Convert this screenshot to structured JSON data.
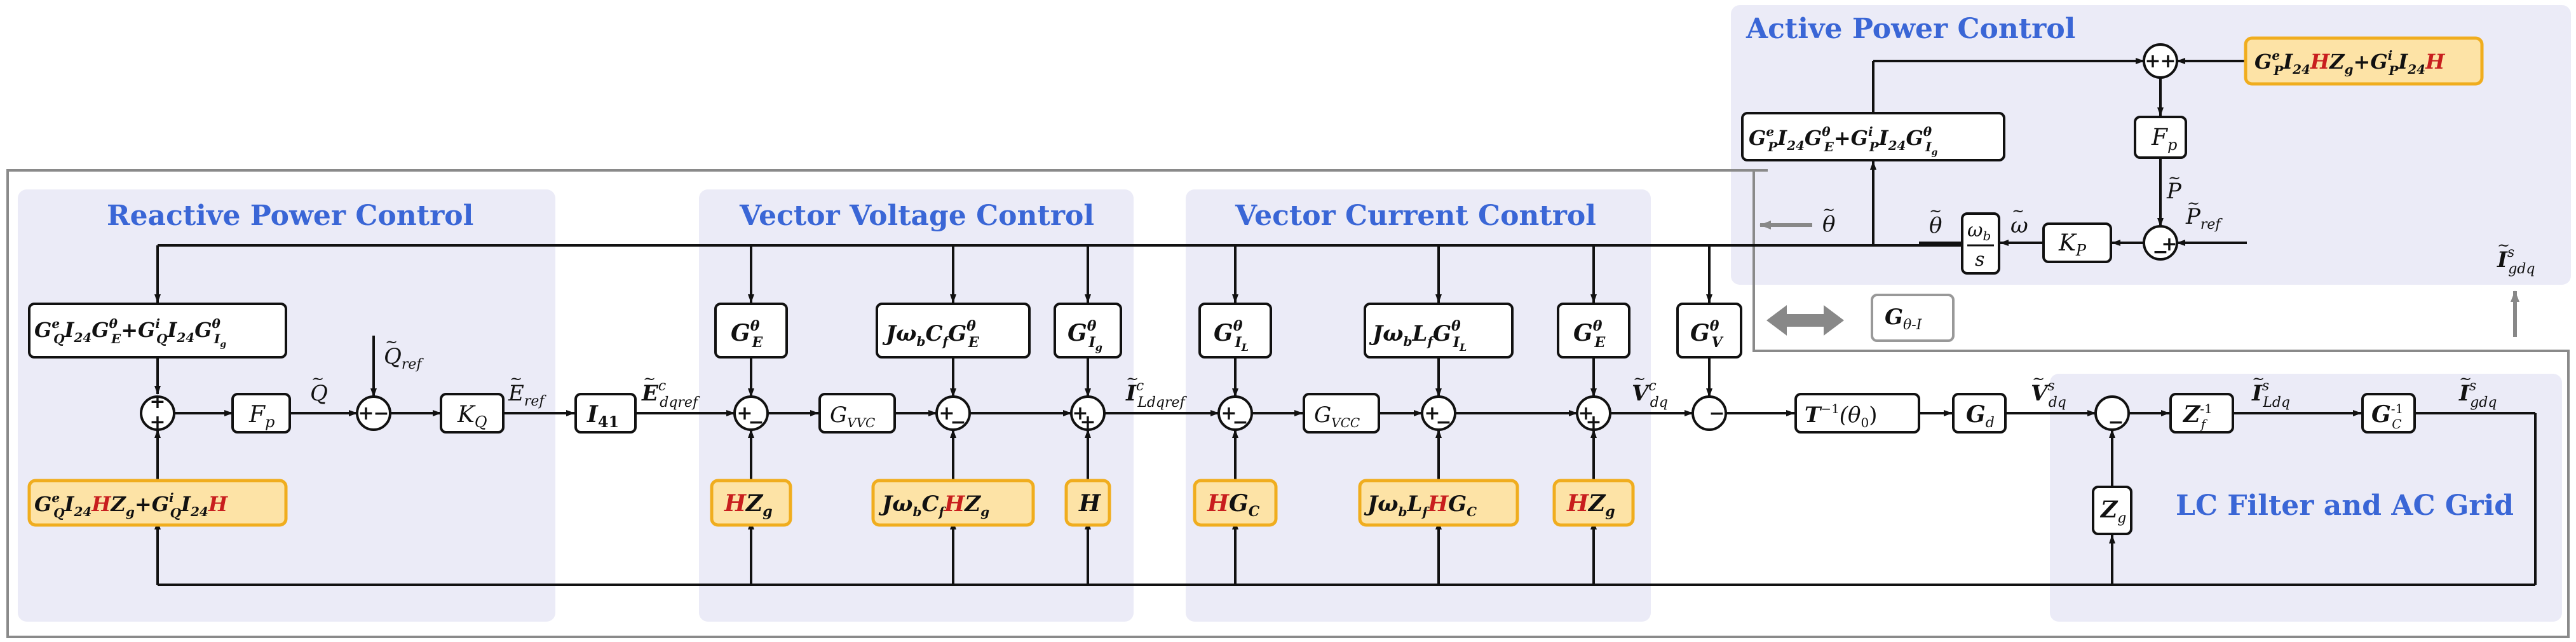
{
  "colors": {
    "panel": "#ebebf7",
    "highlight_fill": "#fde3a6",
    "highlight_stroke": "#f0ad1e",
    "heading": "#3a66d6",
    "line": "#111111",
    "red": "#c81e1e",
    "grey": "#888888"
  },
  "sections": {
    "active_power": "Active Power Control",
    "reactive_power": "Reactive Power Control",
    "vector_voltage": "Vector Voltage Control",
    "vector_current": "Vector Current Control",
    "lc_filter": "LC Filter and AC Grid"
  },
  "blocks": {
    "fp": "F",
    "fp_sub": "p",
    "kp": "K",
    "kp_sub": "P",
    "kq": "K",
    "kq_sub": "Q",
    "i41": "I",
    "i41_sub": "41",
    "gvvc": "G",
    "gvvc_sub": "VVC",
    "gvcc": "G",
    "gvcc_sub": "VCC",
    "gd": "G",
    "gd_sub": "d",
    "zg": "Z",
    "zg_sub": "g",
    "gtheta_i": "G",
    "gtheta_i_sub": "θ-I",
    "omega_num": "ω",
    "omega_num_sub": "b",
    "omega_den": "s"
  },
  "signals": {
    "p_tilde": "P",
    "p_ref": "P",
    "p_ref_sub": "ref",
    "omega": "ω",
    "theta": "θ",
    "theta_out": "θ",
    "q_tilde": "Q",
    "q_ref": "Q",
    "q_ref_sub": "ref",
    "e_ref": "E",
    "e_ref_sub": "ref",
    "e_dqref": "E",
    "e_dqref_sup": "c",
    "e_dqref_sub": "dqref",
    "i_ldqref": "I",
    "i_ldqref_sup": "c",
    "i_ldqref_sub": "Ldqref",
    "v_dq_c": "V",
    "v_dq_c_sup": "c",
    "v_dq_c_sub": "dq",
    "v_dq_s": "V",
    "v_dq_s_sup": "s",
    "v_dq_s_sub": "dq",
    "i_ldq_s": "I",
    "i_ldq_s_sup": "s",
    "i_ldq_s_sub": "Ldq",
    "i_gdq_s": "I",
    "i_gdq_s_sup": "s",
    "i_gdq_s_sub": "gdq",
    "i_gdq_side": "I",
    "i_gdq_side_sup": "s",
    "i_gdq_side_sub": "gdq"
  },
  "matrix_blocks": {
    "ge": "G",
    "ge_sup": "θ",
    "ge_sub": "E",
    "gig": "G",
    "gig_sup": "θ",
    "gig_sub": "I",
    "gig_sub2": "g",
    "gil": "G",
    "gil_sup": "θ",
    "gil_sub": "I",
    "gil_sub2": "L",
    "gv": "G",
    "gv_sup": "θ",
    "gv_sub": "V",
    "jwcfge": "Jω",
    "jwcfge_b": "b",
    "jwcfge_c": "C",
    "jwcfge_f": "f",
    "jwcfge_g": "G",
    "jwcfge_gsup": "θ",
    "jwcfge_gsub": "E",
    "jwlfgil": "Jω",
    "jwlfgil_b": "b",
    "jwlfgil_l": "L",
    "jwlfgil_f": "f",
    "jwlfgil_g": "G",
    "jwlfgil_gsup": "θ",
    "jwlfgil_gsub": "I",
    "jwlfgil_gsub2": "L",
    "tinv": "T",
    "tinv_sup": "−1",
    "tinv_arg": "(θ",
    "tinv_arg_sub": "0",
    "tinv_close": ")",
    "zf": "Z",
    "zf_sup": "-1",
    "zf_sub": "f",
    "gc": "G",
    "gc_sup": "-1",
    "gc_sub": "C"
  },
  "long_blocks": {
    "p_feedback": "G",
    "p_feedback_sup": "e",
    "p_feedback_sub": "P",
    "p_feedback_i24": "I",
    "p_feedback_i24_sub": "24",
    "q_feedback": "G",
    "q_feedback_sup": "e",
    "q_feedback_sub": "Q"
  },
  "highlight_blocks": {
    "hz": "H",
    "z": "Z",
    "z_sub": "g",
    "h": "H",
    "hgc": "H",
    "gc": "G",
    "gc_sub": "C",
    "jwcf_prefix": "Jω",
    "jwcf_b": "b",
    "jwcf_c": "C",
    "jwcf_f": "f",
    "jwlf_l": "L",
    "jwlf_f": "f",
    "p_top": "G",
    "p_top_sup": "e",
    "p_top_sub": "P",
    "q_bottom_sub": "Q"
  },
  "sign_labels": {
    "plus": "+",
    "minus": "−"
  }
}
